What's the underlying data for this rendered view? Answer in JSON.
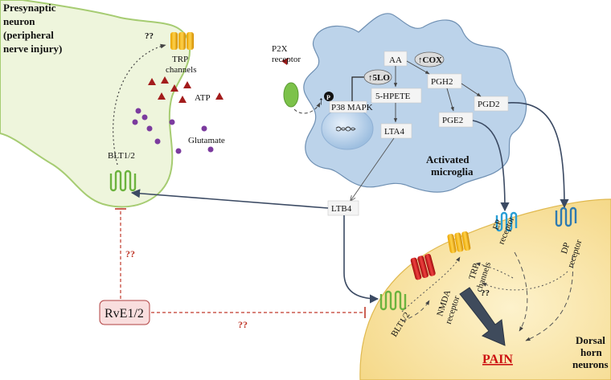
{
  "labels": {
    "presynaptic": [
      "Presynaptic",
      "neuron",
      "(peripheral",
      "nerve injury)"
    ],
    "trp_top": [
      "TRP",
      "channels"
    ],
    "atp": "ATP",
    "glutamate": "Glutamate",
    "blt_top": "BLT1/2",
    "p2x": [
      "P2X",
      "receptor"
    ],
    "p38": "P38 MAPK",
    "phospho": "P",
    "lo5": "5LO",
    "cox": "COX",
    "aa": "AA",
    "hpete": "5-HPETE",
    "lta4": "LTA4",
    "pgh2": "PGH2",
    "pge2": "PGE2",
    "pgd2": "PGD2",
    "microglia": [
      "Activated",
      "microglia"
    ],
    "ltb4": "LTB4",
    "ep": [
      "EP",
      "receptor"
    ],
    "dp": [
      "DP",
      "receptor"
    ],
    "trp_bottom": [
      "TRP",
      "channels"
    ],
    "nmda": [
      "NMDA",
      "receptor"
    ],
    "blt_bottom": "BLT1/2",
    "dorsal": [
      "Dorsal",
      "horn",
      "neurons"
    ],
    "pain": "PAIN",
    "rve": "RvE1/2",
    "q_top": "??",
    "q_left": "??",
    "q_bottom": "??",
    "q_right": "??"
  },
  "colors": {
    "neuron_fill": "#eef5dc",
    "neuron_stroke": "#a6cc72",
    "microglia_fill": "#bcd3ea",
    "microglia_stroke": "#6e8fb2",
    "dorsal_fill": "#fbeab2",
    "pain_red": "#cc1111",
    "atp_red": "#a31c1c",
    "glutamate_purple": "#7b3b9e",
    "rve_fill": "#f9dede",
    "inhibit_red": "#c0392b",
    "arrow_dark": "#3b4a63"
  }
}
